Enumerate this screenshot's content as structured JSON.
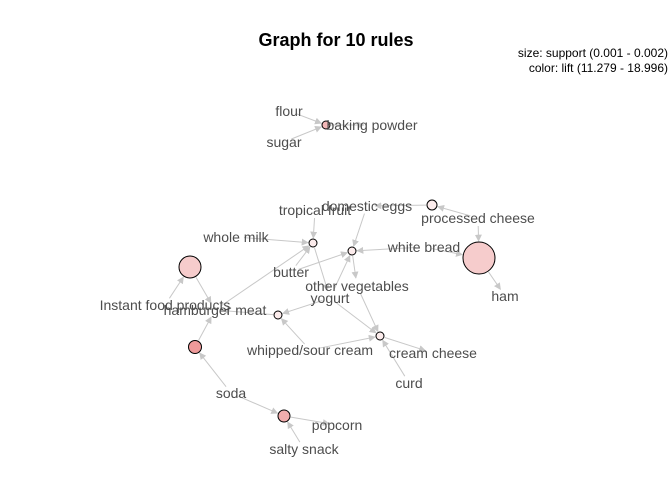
{
  "title": "Graph for 10 rules",
  "legend": {
    "size_text": "size: support (0.001 - 0.002)",
    "color_text": "color: lift (11.279 - 18.996)"
  },
  "items": [
    "flour",
    "sugar",
    "baking powder",
    "tropical fruit",
    "domestic eggs",
    "processed cheese",
    "whole milk",
    "white bread",
    "butter",
    "other vegetables",
    "yogurt",
    "ham",
    "Instant food products",
    "hamburger meat",
    "whipped/sour cream",
    "cream cheese",
    "curd",
    "soda",
    "popcorn",
    "salty snack"
  ],
  "rules": [
    {
      "id": "r1",
      "lhs": [
        "flour",
        "sugar"
      ],
      "rhs": [
        "baking powder"
      ],
      "fill": "#f4b8b8"
    },
    {
      "id": "r2",
      "lhs": [
        "tropical fruit",
        "whole milk",
        "butter",
        "hamburger meat"
      ],
      "rhs": [
        "yogurt"
      ],
      "fill": "#fcecec"
    },
    {
      "id": "r3",
      "lhs": [
        "domestic eggs",
        "white bread",
        "butter",
        "yogurt"
      ],
      "rhs": [
        "other vegetables"
      ],
      "fill": "#fcecec"
    },
    {
      "id": "r4",
      "lhs": [
        "processed cheese"
      ],
      "rhs": [
        "domestic eggs"
      ],
      "fill": "#fcecec"
    },
    {
      "id": "r5",
      "lhs": [
        "processed cheese",
        "white bread"
      ],
      "rhs": [
        "ham"
      ],
      "fill": "#f6cccc"
    },
    {
      "id": "r6",
      "lhs": [
        "other vegetables",
        "yogurt",
        "whipped/sour cream",
        "curd"
      ],
      "rhs": [
        "cream cheese"
      ],
      "fill": "#fcecec"
    },
    {
      "id": "r7",
      "lhs": [
        "yogurt",
        "whipped/sour cream"
      ],
      "rhs": [
        "hamburger meat"
      ],
      "fill": "#fcecec"
    },
    {
      "id": "r8",
      "lhs": [
        "Instant food products"
      ],
      "rhs": [
        "hamburger meat"
      ],
      "fill": "#f6cccc"
    },
    {
      "id": "r9",
      "lhs": [
        "soda"
      ],
      "rhs": [
        "hamburger meat"
      ],
      "fill": "#ee9a9a"
    },
    {
      "id": "r10",
      "lhs": [
        "soda",
        "salty snack"
      ],
      "rhs": [
        "popcorn"
      ],
      "fill": "#f2adad"
    }
  ]
}
